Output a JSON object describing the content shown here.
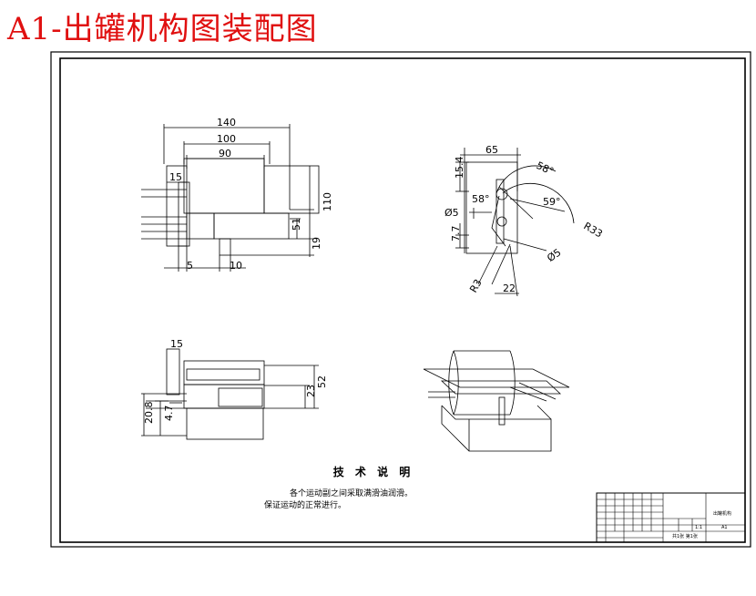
{
  "header": {
    "title": "A1-出罐机构图装配图"
  },
  "views": {
    "front": {
      "dims": {
        "overall_width": "140",
        "inner_width": "100",
        "body_width": "90",
        "top_tab": "15",
        "overall_height": "110",
        "mid_height": "51",
        "base_height": "19",
        "left_offset": "5",
        "foot_width": "10"
      }
    },
    "side": {
      "dims": {
        "width": "65",
        "top_height": "15.4",
        "angle_outer": "58°",
        "angle_left": "58°",
        "angle_right": "59°",
        "hole_dia": "Ø5",
        "radius_large": "R33",
        "lower_height": "7.7",
        "hole_dia_right": "Ø5",
        "radius_lower": "R3",
        "base_width": "22"
      }
    },
    "plan": {
      "dims": {
        "tab": "15",
        "total_height": "52",
        "inner_height": "23",
        "left_height": "20.8",
        "small_height": "4.7"
      }
    }
  },
  "notes": {
    "title": "技 术 说 明",
    "lines": [
      "各个运动副之间采取满滑油润滑。",
      "保证运动的正常进行。"
    ]
  },
  "title_block": {
    "drawing_name": "出罐机构",
    "code": "A1",
    "scale": "1:1",
    "sheet": "共1张 第1张"
  }
}
